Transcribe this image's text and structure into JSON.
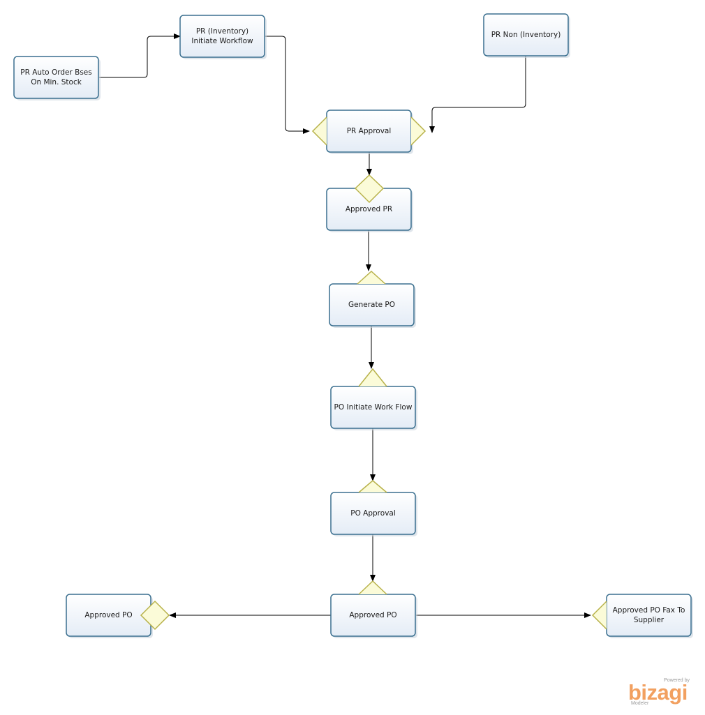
{
  "tasks": {
    "pr_auto_order": "PR Auto Order Bses On Min. Stock",
    "pr_inventory_workflow": "PR (Inventory) Initiate Workflow",
    "pr_non_inventory": "PR Non (Inventory)",
    "pr_approval": "PR Approval",
    "approved_pr": "Approved PR",
    "generate_po": "Generate PO",
    "po_initiate_workflow": "PO Initiate Work Flow",
    "po_approval": "PO Approval",
    "approved_po_center": "Approved PO",
    "approved_po_left": "Approved PO",
    "approved_po_fax": "Approved PO Fax To Supplier"
  },
  "branding": {
    "powered_by": "Powered by",
    "name": "bizagi",
    "product": "Modeler"
  },
  "colors": {
    "task_border": "#3a6f8f",
    "task_fill_top": "#ffffff",
    "task_fill_bottom": "#e4ecf6",
    "gateway_fill": "#fbfbd8",
    "gateway_border": "#b8b24a",
    "connector": "#000000",
    "brand": "#f2a060"
  }
}
